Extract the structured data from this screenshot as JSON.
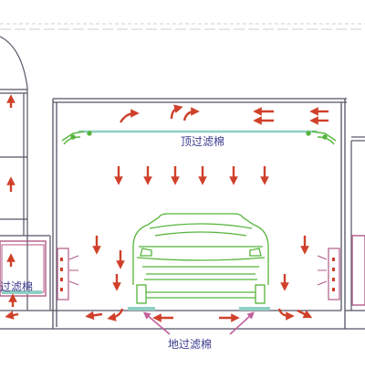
{
  "labels": {
    "top_filter": "顶过滤棉",
    "floor_filter": "地过滤棉",
    "left_filter": "过滤棉"
  },
  "colors": {
    "frame": "#555566",
    "arrow": "#d0402a",
    "car": "#55b43a",
    "filter": "#8fcfc4",
    "panel": "#b15a86",
    "pointer": "#c0609a",
    "label": "#3b3b8f"
  }
}
